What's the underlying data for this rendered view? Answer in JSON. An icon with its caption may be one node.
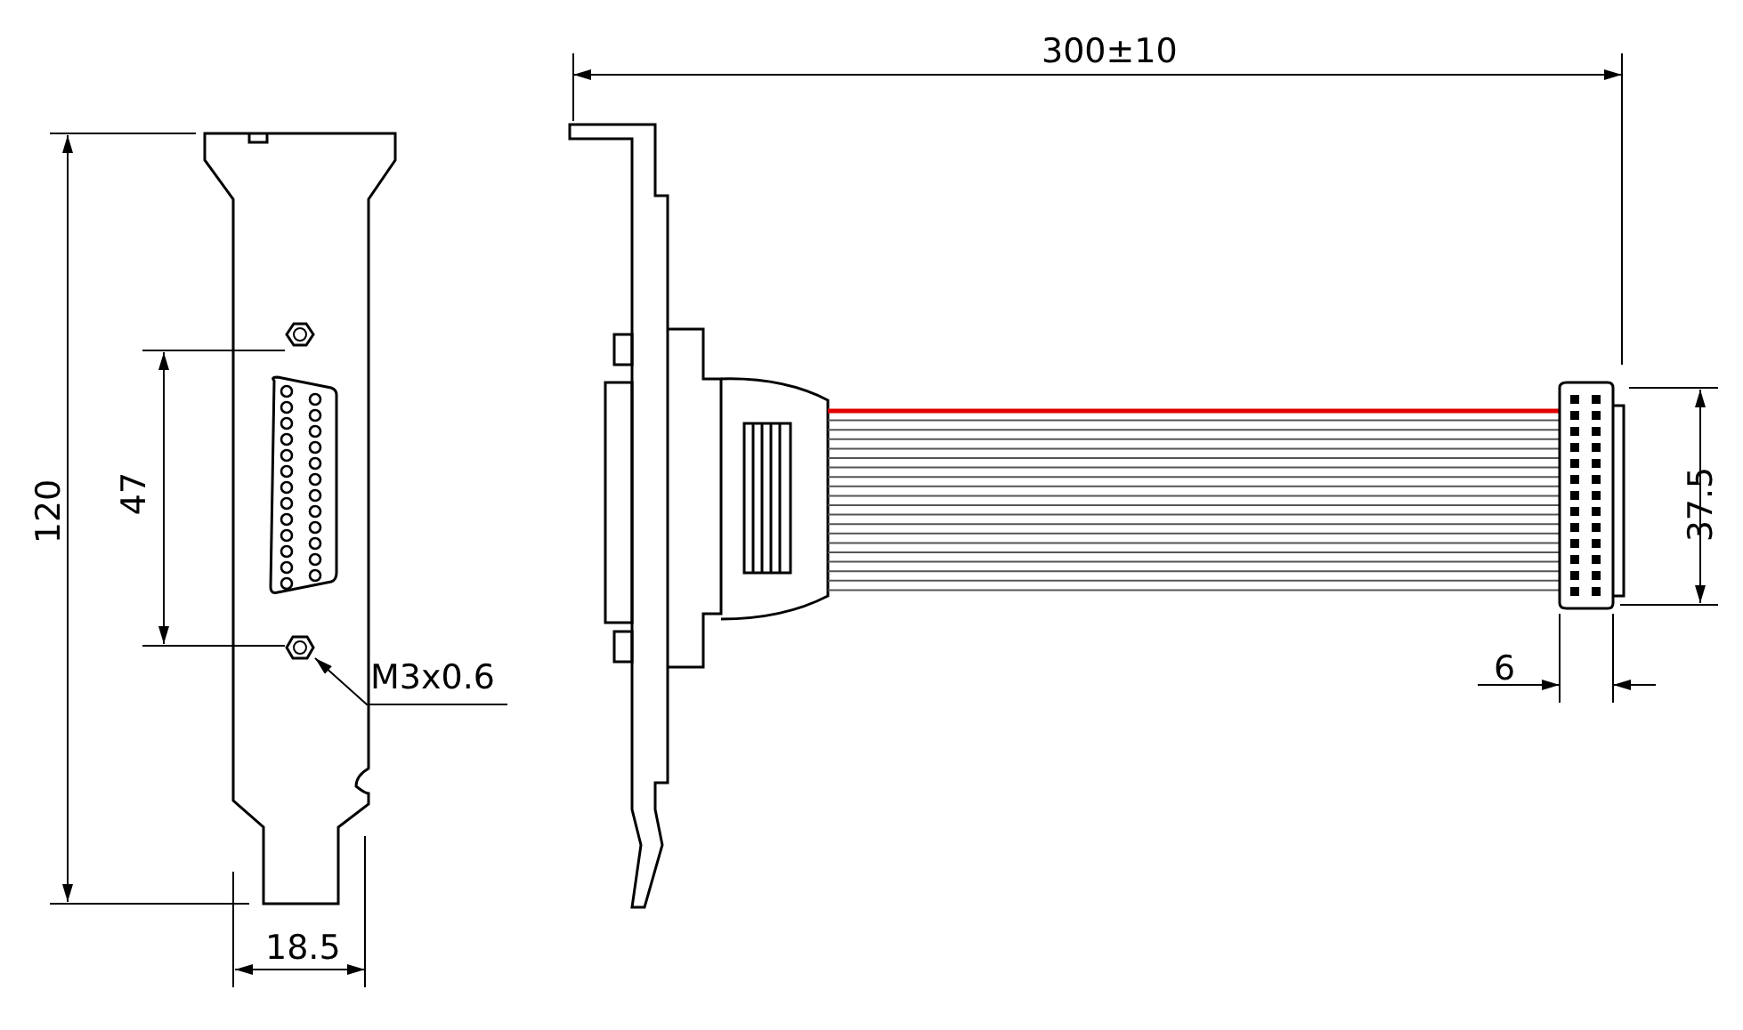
{
  "diagram": {
    "nodes": [
      {
        "text": [
          "M3x0.6"
        ]
      },
      {
        "text": [],
        "shape": "picture"
      }
    ],
    "edges": [
      {
        "from": 0,
        "to": 1,
        "arrow": "to"
      }
    ],
    "labels": [
      "300±10",
      "120",
      "47",
      "37.5",
      "6",
      "18.5"
    ]
  }
}
